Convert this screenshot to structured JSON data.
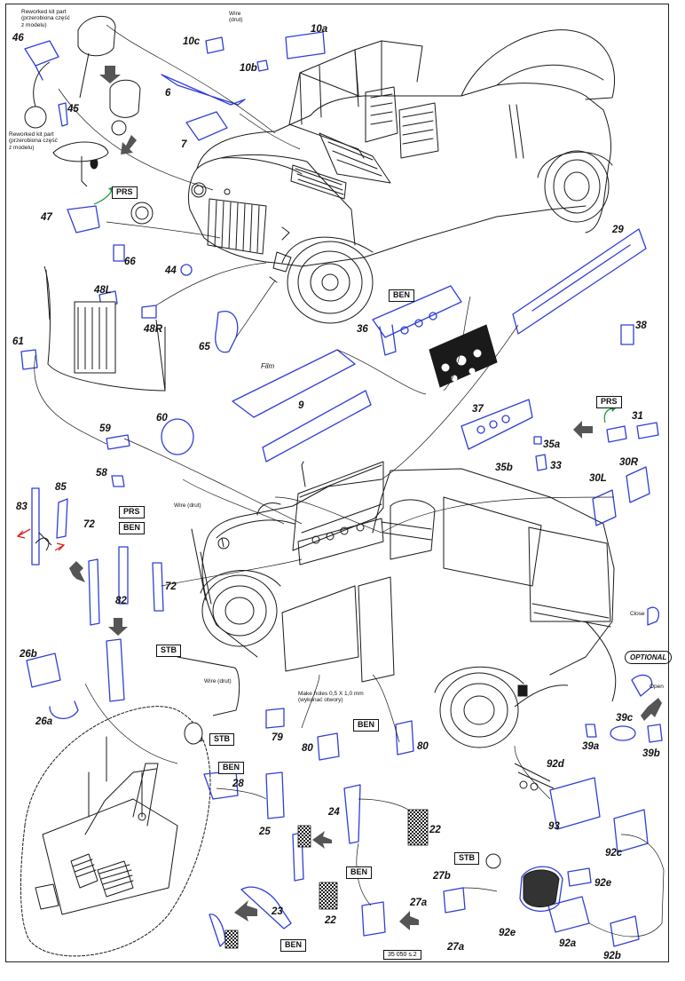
{
  "page_number": "35 050 s.2",
  "notes": {
    "reworked_top": "Reworked kit part\n(przerobiona część\nz modelu)",
    "reworked_bottom": "Reworked kit part\n(przerobiona część\nz modelu)",
    "wire_top": "Wire\n(drut)",
    "wire_mid": "Wire (drut)",
    "wire_low": "Wire (drut)",
    "film": "Film",
    "holes": "Make holes 0,5 X 1,0 mm\n(wykonać otwory)",
    "close": "Close",
    "open": "Open",
    "optional": "OPTIONAL"
  },
  "tags": {
    "prs1": "PRS",
    "ben1": "BEN",
    "prs2": "PRS",
    "prs3": "PRS",
    "ben2": "BEN",
    "stb1": "STB",
    "stb2": "STB",
    "ben3": "BEN",
    "ben4": "BEN",
    "stb3": "STB",
    "ben5": "BEN",
    "ben6": "BEN"
  },
  "parts": {
    "p46": "46",
    "p45": "45",
    "p6": "6",
    "p7": "7",
    "p10c": "10c",
    "p10b": "10b",
    "p10a": "10a",
    "p47": "47",
    "p66": "66",
    "p44": "44",
    "p48L": "48L",
    "p48R": "48R",
    "p61": "61",
    "p65": "65",
    "p36": "36",
    "p29": "29",
    "p38": "38",
    "p9": "9",
    "p37": "37",
    "p31": "31",
    "p35a": "35a",
    "p35b": "35b",
    "p33": "33",
    "p59": "59",
    "p60": "60",
    "p58": "58",
    "p30L": "30L",
    "p30R": "30R",
    "p83": "83",
    "p85": "85",
    "p72a": "72",
    "p72b": "72",
    "p82": "82",
    "p26b": "26b",
    "p26a": "26a",
    "p79": "79",
    "p80a": "80",
    "p80b": "80",
    "p39c": "39c",
    "p39a": "39a",
    "p39b": "39b",
    "p28": "28",
    "p25": "25",
    "p24": "24",
    "p22a": "22",
    "p92d": "92d",
    "p93": "93",
    "p92c": "92c",
    "p27b": "27b",
    "p27a1": "27a",
    "p27a2": "27a",
    "p23": "23",
    "p22b": "22",
    "p92e1": "92e",
    "p92e2": "92e",
    "p92a": "92a",
    "p92b": "92b"
  },
  "colors": {
    "part_blue": "#2f3fd6",
    "ink": "#1a1a1a",
    "highlight_green": "#1f9a3a",
    "marker_red": "#e02020",
    "arrow_grey": "#555555"
  }
}
